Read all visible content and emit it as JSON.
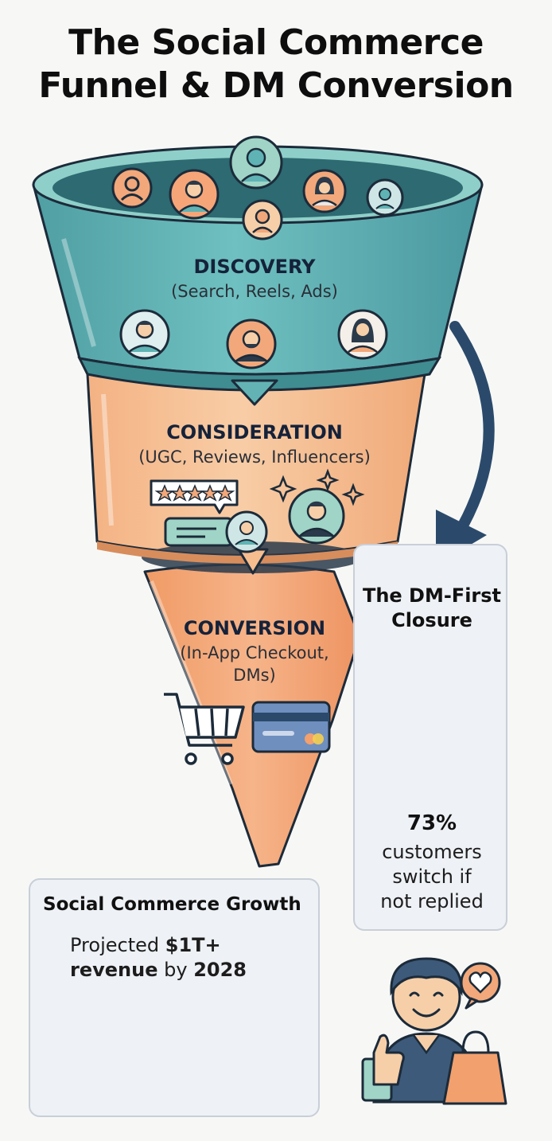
{
  "title": {
    "line1": "The Social Commerce",
    "line2": "Funnel & DM Conversion"
  },
  "funnel": {
    "stages": [
      {
        "name": "DISCOVERY",
        "detail": "(Search, Reels, Ads)"
      },
      {
        "name": "CONSIDERATION",
        "detail": "(UGC, Reviews, Influencers)"
      },
      {
        "name": "CONVERSION",
        "detail_line1": "(In-App Checkout,",
        "detail_line2": "DMs)"
      }
    ]
  },
  "dm_panel": {
    "title_line1": "The DM-First",
    "title_line2": "Closure",
    "stat": "73%",
    "note_line1": "customers",
    "note_line2": "switch if",
    "note_line3": "not replied"
  },
  "growth_panel": {
    "title": "Social Commerce Growth",
    "line1_prefix": "Projected ",
    "line1_bold": "$1T+",
    "line2_bold": "revenue",
    "line2_mid": " by ",
    "line2_bold2": "2028"
  },
  "colors": {
    "discovery": "#5fb3b4",
    "consideration": "#f6bd8f",
    "conversion": "#f2a06e",
    "navy": "#2b4a6b",
    "mint": "#9fd4c6",
    "accent_green": "#2e9e6b"
  },
  "icons": {
    "avatars": "user-avatar-icon",
    "cart": "shopping-cart-icon",
    "card": "credit-card-icon",
    "phone": "smartphone-chat-icon",
    "check": "check-badge-icon",
    "stars": "star-rating-icon",
    "heart": "heart-bubble-icon",
    "bag": "shopping-bag-icon",
    "thumb": "thumbs-up-icon"
  }
}
